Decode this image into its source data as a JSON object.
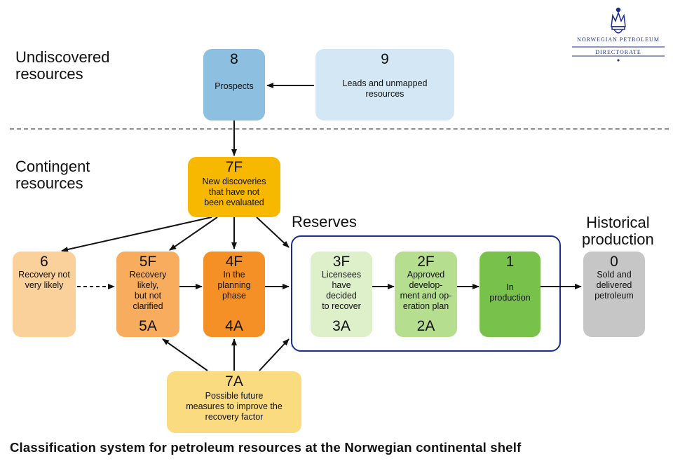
{
  "logo": {
    "line1": "NORWEGIAN PETROLEUM",
    "line2": "DIRECTORATE",
    "colors": {
      "brand_blue": "#1c2e8a"
    }
  },
  "sections": {
    "undiscovered": [
      "Undiscovered",
      "resources"
    ],
    "contingent": [
      "Contingent",
      "resources"
    ],
    "reserves": "Reserves",
    "historical": [
      "Historical",
      "production"
    ]
  },
  "boxes": {
    "b8": {
      "num": "8",
      "text": "Prospects",
      "color": "#8dbfe0"
    },
    "b9": {
      "num": "9",
      "text": [
        "Leads and unmapped",
        "resources"
      ],
      "color": "#d3e7f5"
    },
    "b7F": {
      "num": "7F",
      "text": [
        "New discoveries",
        "that have not",
        "been evaluated"
      ],
      "color": "#f9b800"
    },
    "b6": {
      "num": "6",
      "text": [
        "Recovery not",
        "very likely"
      ],
      "color": "#fad09b"
    },
    "b5": {
      "num": "5F",
      "text": [
        "Recovery",
        "likely,",
        "but not",
        "clarified"
      ],
      "sub": "5A",
      "color": "#f8ac5d"
    },
    "b4": {
      "num": "4F",
      "text": [
        "In the",
        "planning",
        "phase"
      ],
      "sub": "4A",
      "color": "#f49025"
    },
    "b3": {
      "num": "3F",
      "text": [
        "Licensees",
        "have",
        "decided",
        "to recover"
      ],
      "sub": "3A",
      "color": "#ddf0c9"
    },
    "b2": {
      "num": "2F",
      "text": [
        "Approved",
        "develop-",
        "ment and op-",
        "eration plan"
      ],
      "sub": "2A",
      "color": "#b5de8e"
    },
    "b1": {
      "num": "1",
      "text": [
        "In",
        "production"
      ],
      "color": "#78c24b"
    },
    "b0": {
      "num": "0",
      "text": [
        "Sold and",
        "delivered",
        "petroleum"
      ],
      "color": "#c6c6c6"
    },
    "b7A": {
      "num": "7A",
      "text": [
        "Possible future",
        "measures to improve the",
        "recovery factor"
      ],
      "color": "#fbdb80"
    }
  },
  "caption": "Classification system for petroleum resources at the Norwegian continental shelf"
}
